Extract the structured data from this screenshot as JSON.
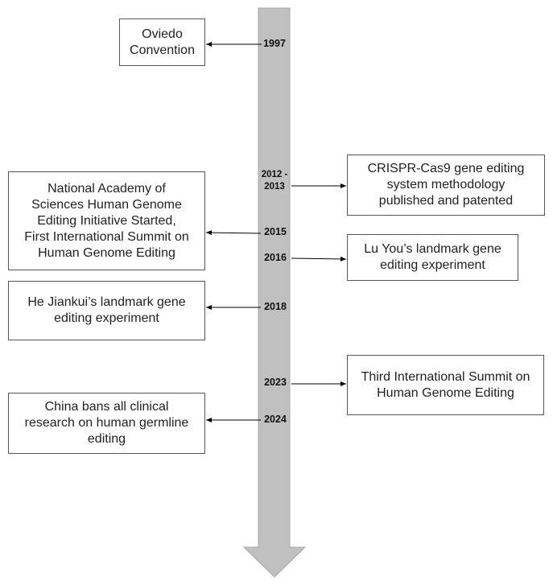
{
  "timeline": {
    "colors": {
      "bar": "#c0c0c0",
      "bar_edge": "#a8a8a8",
      "arrow": "#000000",
      "box_border": "#555555"
    },
    "events": [
      {
        "id": "e1997",
        "year": "1997",
        "side": "left",
        "text": [
          "Oviedo",
          "Convention"
        ]
      },
      {
        "id": "e2012",
        "year": "2012 -\n2013",
        "side": "right",
        "text": [
          "CRISPR-Cas9 gene editing",
          "system methodology",
          "published and patented"
        ]
      },
      {
        "id": "e2015",
        "year": "2015",
        "side": "left",
        "text": [
          "National Academy of",
          "Sciences Human Genome",
          "Editing Initiative Started,",
          "First International Summit on",
          "Human Genome Editing"
        ]
      },
      {
        "id": "e2016",
        "year": "2016",
        "side": "right",
        "text": [
          "Lu You’s landmark gene",
          "editing experiment"
        ]
      },
      {
        "id": "e2018",
        "year": "2018",
        "side": "left",
        "text": [
          "He Jiankui’s landmark gene",
          "editing experiment"
        ]
      },
      {
        "id": "e2023",
        "year": "2023",
        "side": "right",
        "text": [
          "Third International Summit on",
          "Human Genome Editing"
        ]
      },
      {
        "id": "e2024",
        "year": "2024",
        "side": "left",
        "text": [
          "China bans all clinical",
          "research on human germline",
          "editing"
        ]
      }
    ]
  }
}
